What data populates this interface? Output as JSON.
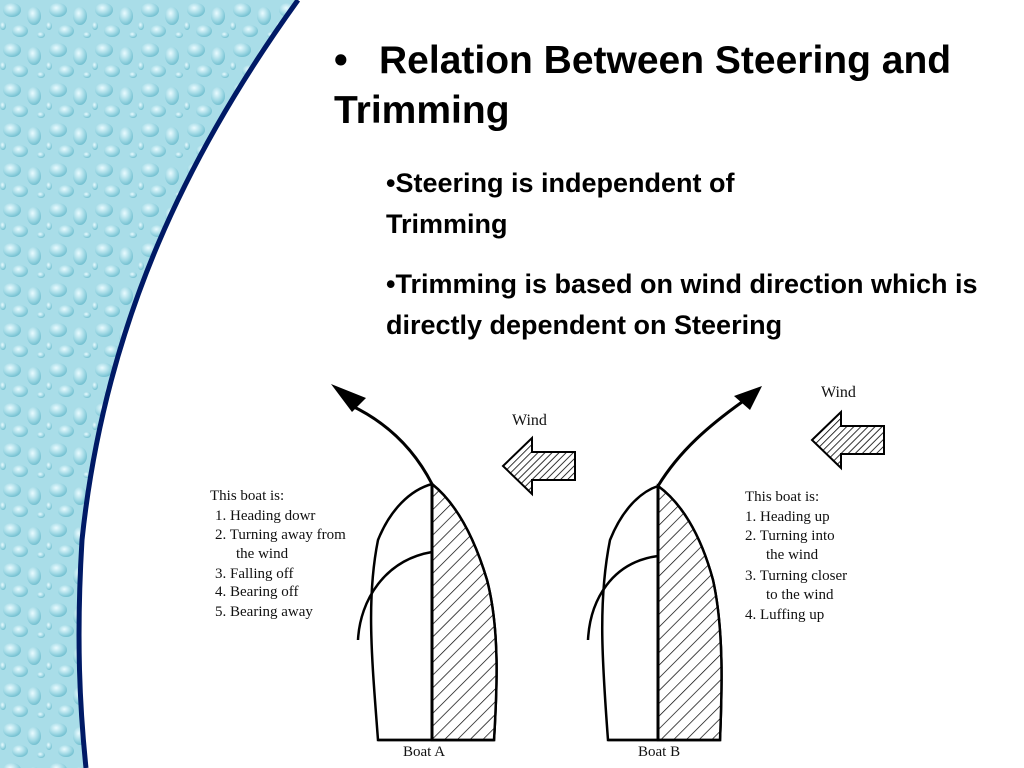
{
  "slide": {
    "bullet_symbol": "•",
    "heading": "Relation Between Steering and Trimming",
    "points": [
      "Steering is independent of Trimming",
      "Trimming is based on wind direction which is directly dependent on Steering"
    ]
  },
  "diagram": {
    "boat_a": {
      "label": "Boat A",
      "wind_label": "Wind",
      "caption_title": "This boat is:",
      "caption_lines": [
        "1. Heading dowr",
        "2. Turning away from",
        "the wind",
        "3. Falling off",
        "4. Bearing off",
        "5. Bearing away"
      ]
    },
    "boat_b": {
      "label": "Boat B",
      "wind_label": "Wind",
      "caption_title": "This boat is:",
      "caption_lines": [
        "1. Heading up",
        "2. Turning into",
        "the wind",
        "3. Turning closer",
        "to the wind",
        "4. Luffing up"
      ]
    }
  },
  "colors": {
    "water_light": "#bfe6ef",
    "water_mid": "#8fd0de",
    "water_dark": "#5fb6c9",
    "curve_navy": "#001a66",
    "ink": "#000000"
  }
}
